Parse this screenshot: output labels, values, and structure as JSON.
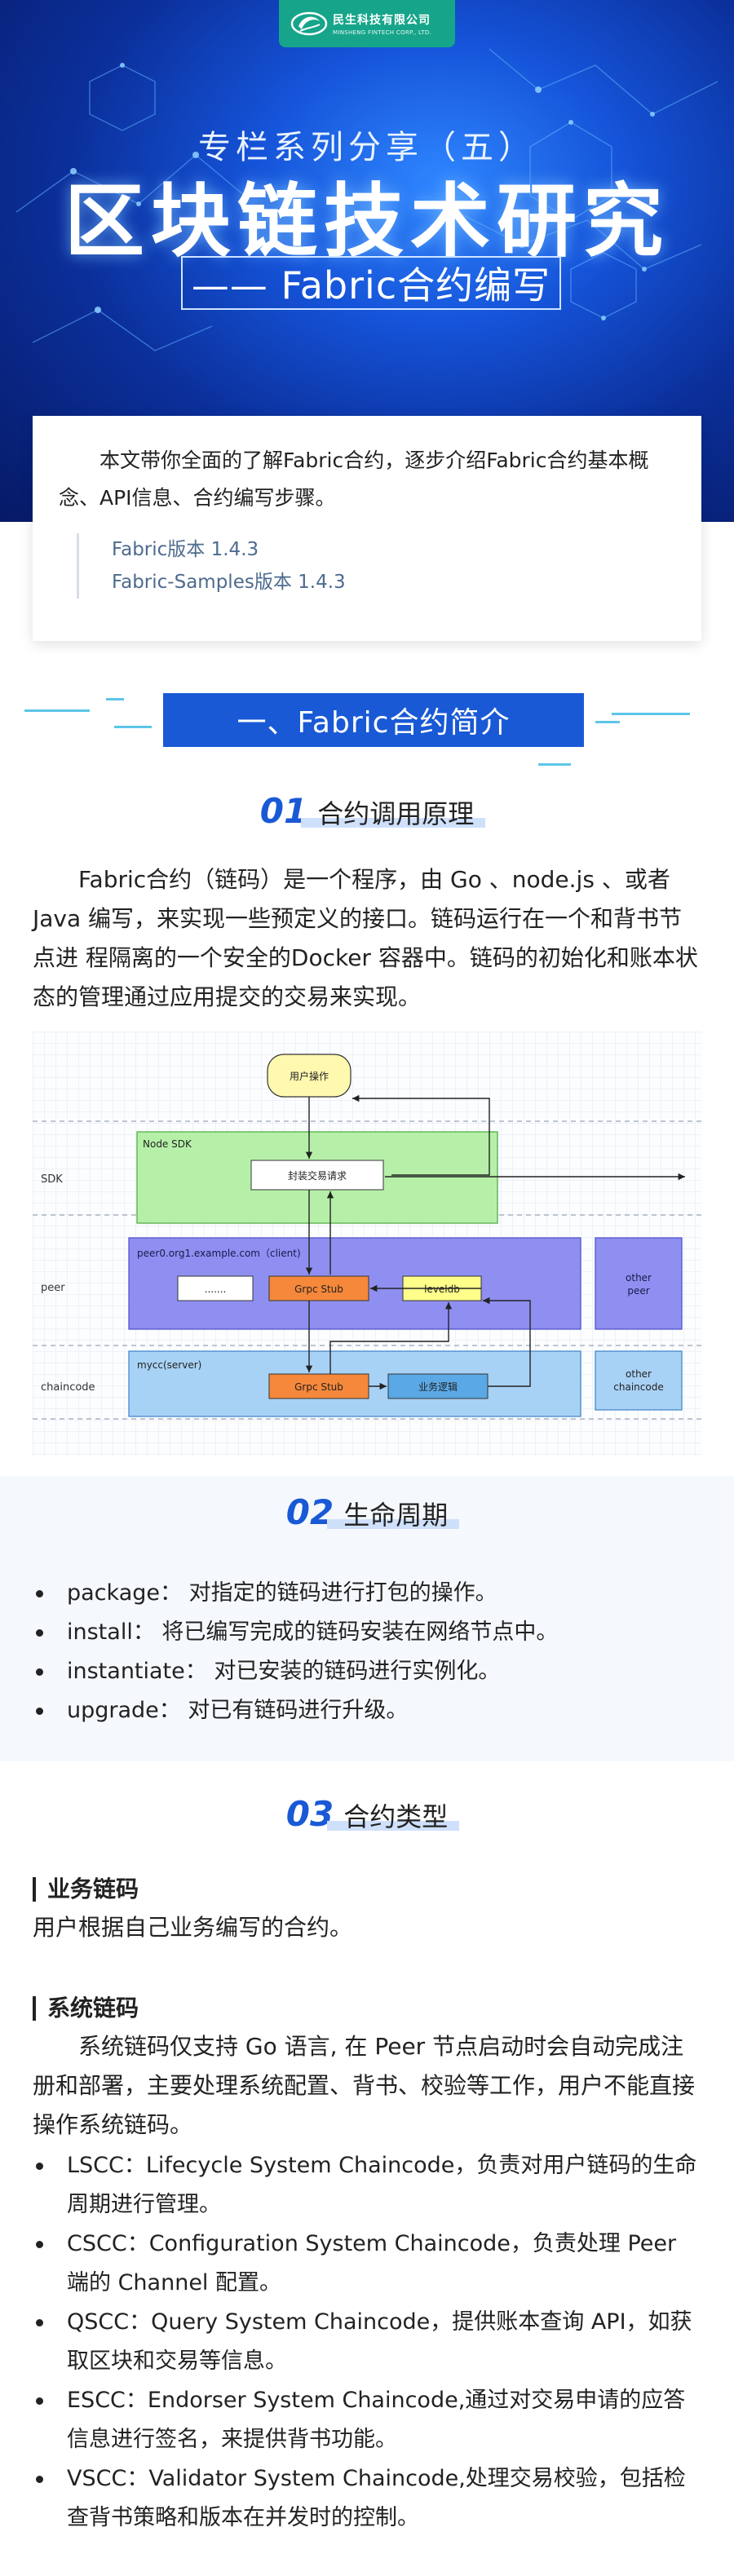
{
  "logo": {
    "company_cn": "民生科技有限公司",
    "company_en": "MINSHENG FINTECH CORP., LTD."
  },
  "hero": {
    "series": "专栏系列分享（五）",
    "title": "区块链技术研究",
    "subtitle": "—— Fabric合约编写"
  },
  "intro": {
    "text": "本文带你全面的了解Fabric合约，逐步介绍Fabric合约基本概念、API信息、合约编写步骤。",
    "versions": [
      "Fabric版本  1.4.3",
      "Fabric-Samples版本  1.4.3"
    ]
  },
  "section1": {
    "title": "一、Fabric合约简介",
    "sub1": {
      "num": "01",
      "title": "合约调用原理",
      "text": "Fabric合约（链码）是一个程序，由 Go 、node.js 、或者 Java 编写，来实现一些预定义的接口。链码运行在一个和背书节点进 程隔离的一个安全的Docker 容器中。链码的初始化和账本状态的管理通过应用提交的交易来实现。"
    },
    "diagram": {
      "user_op": "用户操作",
      "node_sdk": "Node SDK",
      "package_tx": "封装交易请求",
      "peer_title": "peer0.org1.example.com（client)",
      "dots": ".......",
      "grpc_stub": "Grpc  Stub",
      "leveldb": "leveldb",
      "other_peer_1": "other",
      "other_peer_2": "peer",
      "mycc": "mycc(server)",
      "biz_logic": "业务逻辑",
      "other_cc_1": "other",
      "other_cc_2": "chaincode",
      "lane_sdk": "SDK",
      "lane_peer": "peer",
      "lane_chaincode": "chaincode"
    },
    "sub2": {
      "num": "02",
      "title": "生命周期",
      "items": [
        "package：  对指定的链码进行打包的操作。",
        "install：  将已编写完成的链码安装在网络节点中。",
        "instantiate：  对已安装的链码进行实例化。",
        "upgrade：  对已有链码进行升级。"
      ]
    },
    "sub3": {
      "num": "03",
      "title": "合约类型",
      "biz_label": "业务链码",
      "biz_text": "用户根据自己业务编写的合约。",
      "sys_label": "系统链码",
      "sys_text": "系统链码仅支持 Go 语言, 在 Peer 节点启动时会自动完成注册和部署，主要处理系统配置、背书、校验等工作，用户不能直接操作系统链码。",
      "items": [
        "LSCC：Lifecycle System Chaincode，负责对用户链码的生命周期进行管理。",
        "CSCC：Configuration System Chaincode，负责处理 Peer 端的 Channel 配置。",
        "QSCC：Query System Chaincode，提供账本查询 API，如获取区块和交易等信息。",
        "ESCC：Endorser System Chaincode,通过对交易申请的应答信息进行签名，来提供背书功能。",
        "VSCC：Validator System Chaincode,处理交易校验，包括检查背书策略和版本在并发时的控制。"
      ]
    }
  },
  "colors": {
    "accent": "#1a59d6",
    "logo_green": "#16a58a",
    "hero_dark": "#061a66"
  }
}
